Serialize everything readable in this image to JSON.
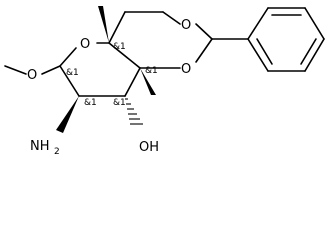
{
  "molecule": {
    "atoms": {
      "ring_oxygen_left": "O",
      "ring_oxygen_top": "O",
      "ring_oxygen_bottom": "O",
      "methoxy_oxygen": "O",
      "amino": "NH",
      "amino_subscript": "2",
      "hydroxyl": "OH"
    },
    "stereo_labels": {
      "c4a": "&1",
      "c8a": "&1",
      "c6": "&1",
      "c7": "&1",
      "c8": "&1"
    },
    "colors": {
      "bond": "#000000",
      "label": "#000000",
      "background": "#ffffff"
    }
  }
}
